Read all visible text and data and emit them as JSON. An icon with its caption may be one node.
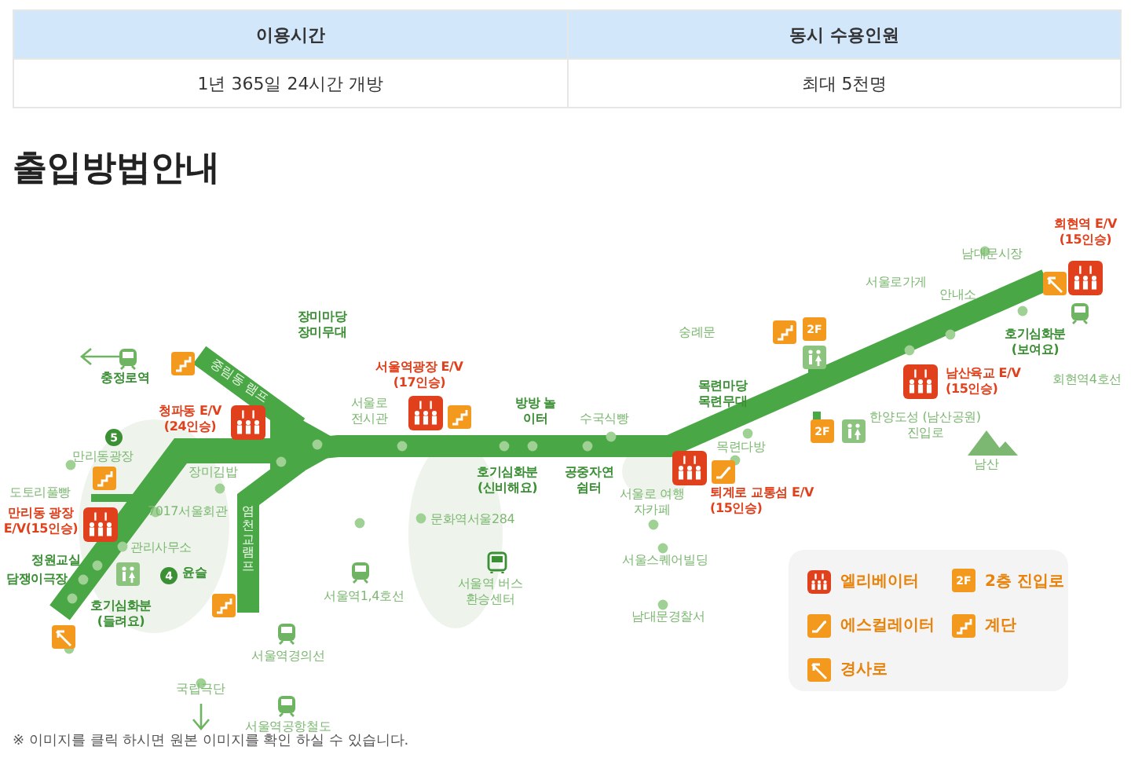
{
  "diagram": {
    "title": "출입방법안내",
    "labels": [
      "이용시간",
      "동시 수용인원",
      "1년 365일 24시간 개방",
      "최대 5천명",
      "회현역 E/V (15인승)",
      "남대문시장",
      "서울로가게",
      "안내소",
      "2F",
      "숭례문",
      "호기심화분 (보여요)",
      "충정로역",
      "회현역4호선",
      "중림동 램프",
      "장미마당 장미무대",
      "서울역광장 E/V (17인승)",
      "목련마당 목련무대",
      "남산육교 E/V (15인승)",
      "청파동 E/V (24인승)",
      "서울로 전시관",
      "방방 놀이터",
      "수국식빵",
      "한양도성 (남산공원) 진입로",
      "2F",
      "5",
      "만리동광장",
      "목련다방",
      "장미김밥",
      "남산",
      "도토리풀빵",
      "호기심화분 (신비해요)",
      "공중자연 쉼터",
      "서울로 여행자카페",
      "퇴계로 교통섬 E/V (15인승)",
      "만리동 광장 E/V(15인승)",
      "7017서울회관",
      "문화역서울284",
      "관리사무소",
      "정원교실",
      "담쟁이극장",
      "4",
      "윤슬",
      "서울스퀘어빌딩",
      "서울역 버스환승센터",
      "서울역1,4호선",
      "호기심화분 (들려요)",
      "남대문경찰서",
      "서울역경의선",
      "국립극단",
      "서울역공항철도",
      "염천교 램프",
      "2F",
      "※ 이미지를 클릭 하시면 원본 이미지를 확인 하실 수 있습니다."
    ],
    "legend": [
      {
        "text": "엘리베이터"
      },
      {
        "text": "2층 진입로"
      },
      {
        "text": "에스컬레이터"
      },
      {
        "text": "계단"
      },
      {
        "text": "경사로"
      }
    ]
  }
}
